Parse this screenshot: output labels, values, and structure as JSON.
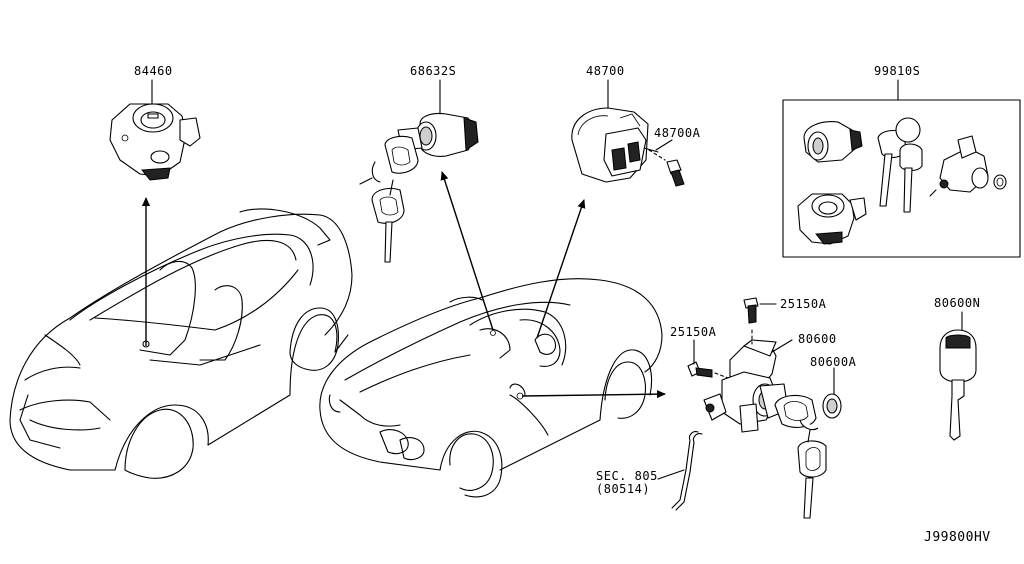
{
  "parts": {
    "p84460": "84460",
    "p68632S": "68632S",
    "p48700": "48700",
    "p48700A": "48700A",
    "p99810S": "99810S",
    "p25150A_top": "25150A",
    "p25150A_left": "25150A",
    "p80600": "80600",
    "p80600A": "80600A",
    "p80600N": "80600N"
  },
  "section_ref": {
    "line1": "SEC. 805",
    "line2": "(80514)"
  },
  "diagram_id": "J99800HV"
}
